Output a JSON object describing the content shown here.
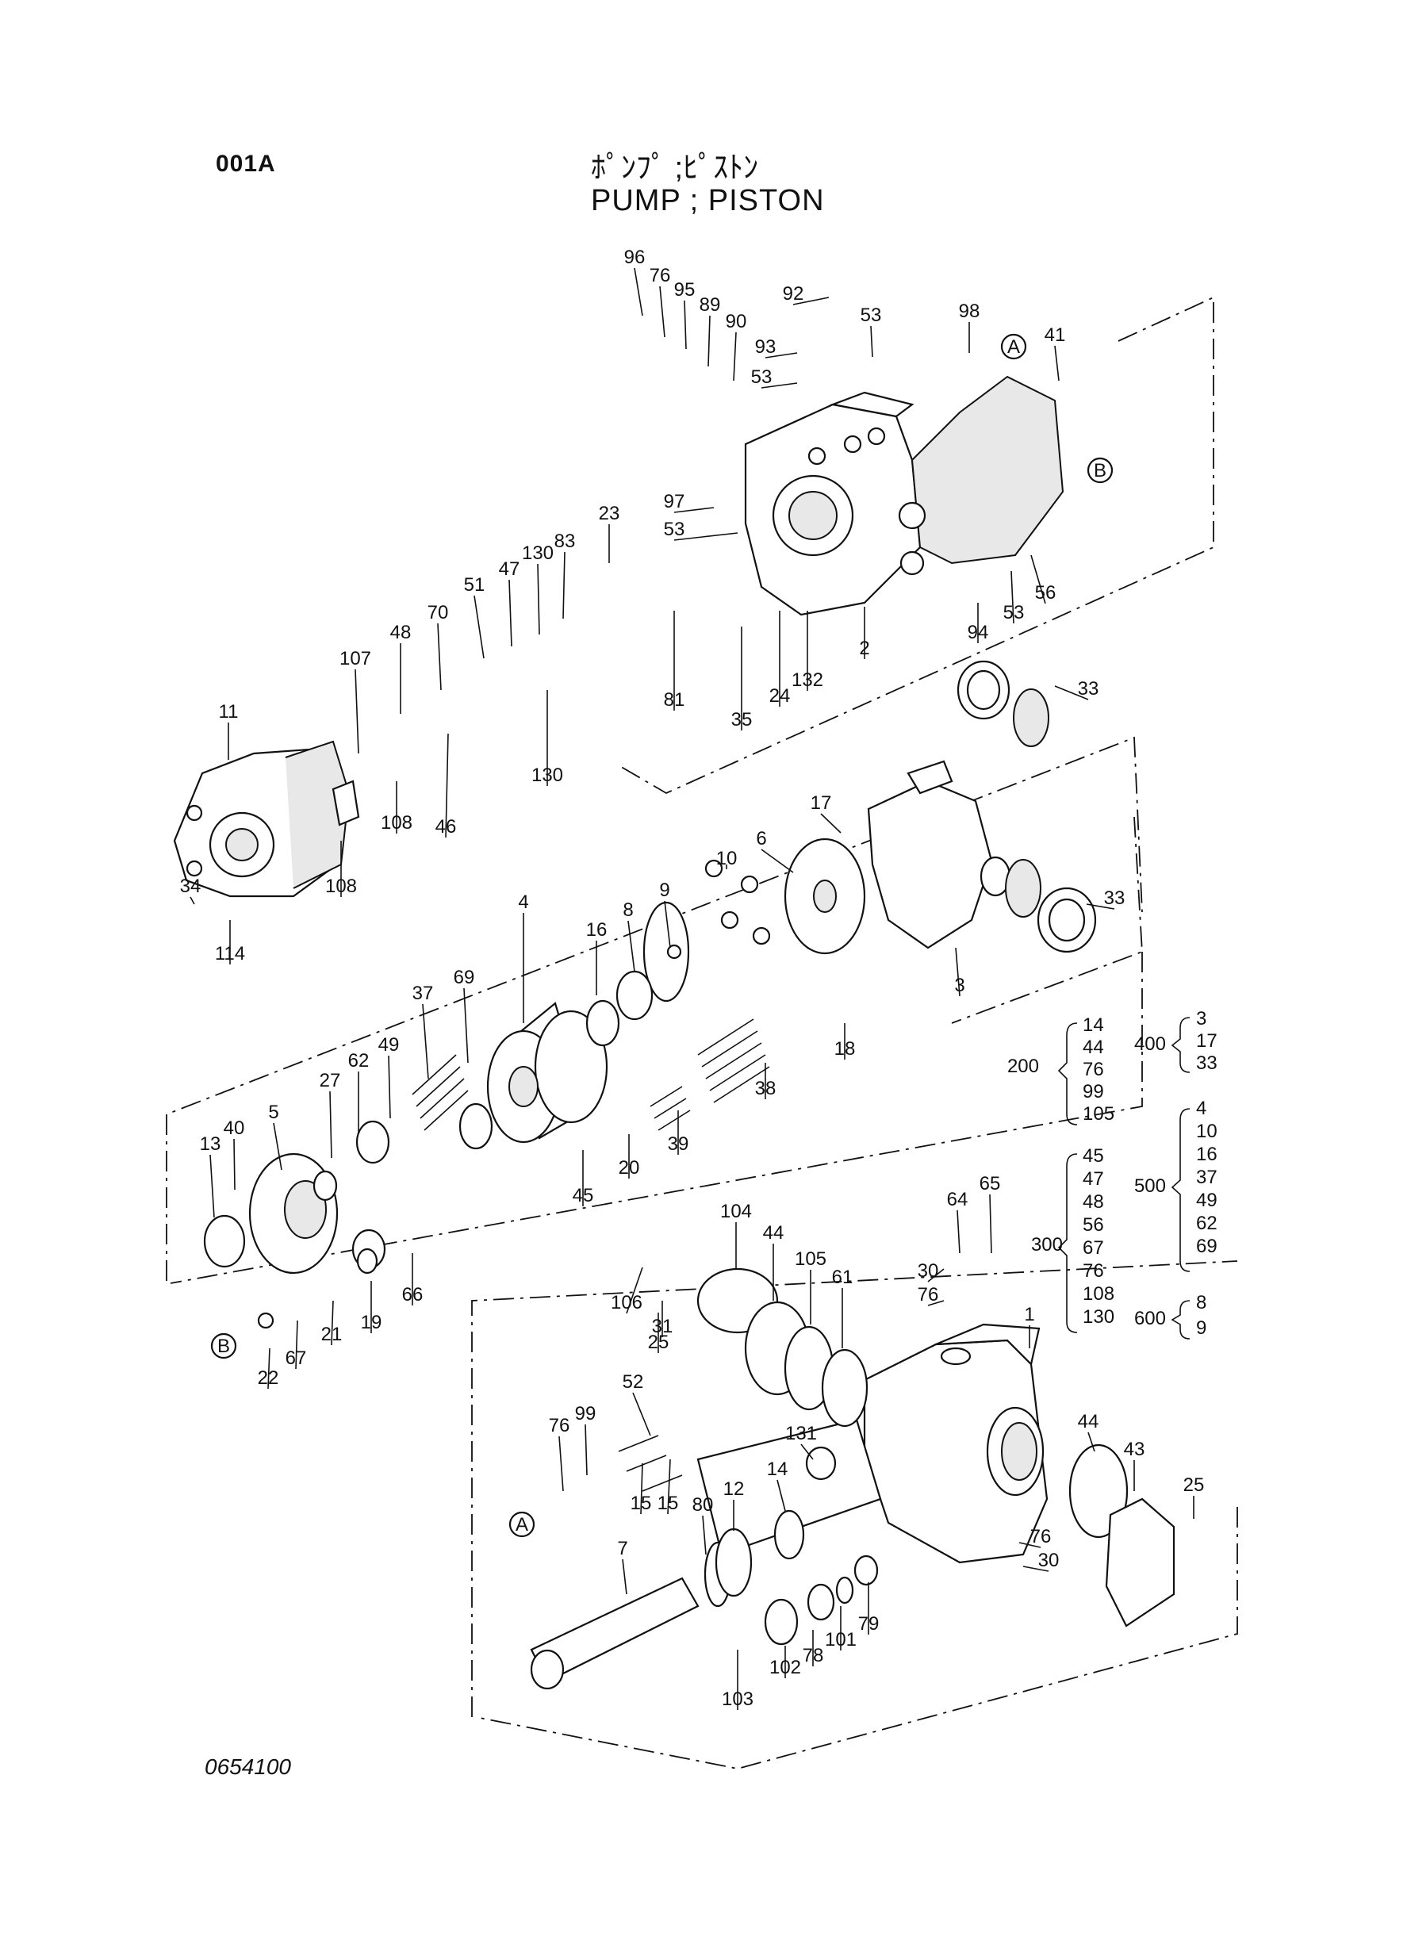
{
  "header": {
    "code": "001A",
    "title_jp": "ﾎﾟﾝﾌﾟ ;ﾋﾟｽﾄﾝ",
    "title_en": "PUMP  ; PISTON"
  },
  "footer": {
    "drawing_number": "0654100"
  },
  "refs": {
    "a": "A",
    "b": "B"
  },
  "callouts": [
    {
      "id": "96",
      "label": "96"
    },
    {
      "id": "76a",
      "label": "76"
    },
    {
      "id": "95",
      "label": "95"
    },
    {
      "id": "89",
      "label": "89"
    },
    {
      "id": "90",
      "label": "90"
    },
    {
      "id": "92",
      "label": "92"
    },
    {
      "id": "53a",
      "label": "53"
    },
    {
      "id": "93",
      "label": "93"
    },
    {
      "id": "53b",
      "label": "53"
    },
    {
      "id": "98",
      "label": "98"
    },
    {
      "id": "41",
      "label": "41"
    },
    {
      "id": "97",
      "label": "97"
    },
    {
      "id": "53c",
      "label": "53"
    },
    {
      "id": "23",
      "label": "23"
    },
    {
      "id": "130a",
      "label": "130"
    },
    {
      "id": "83",
      "label": "83"
    },
    {
      "id": "47",
      "label": "47"
    },
    {
      "id": "51",
      "label": "51"
    },
    {
      "id": "70",
      "label": "70"
    },
    {
      "id": "48",
      "label": "48"
    },
    {
      "id": "107",
      "label": "107"
    },
    {
      "id": "11",
      "label": "11"
    },
    {
      "id": "46",
      "label": "46"
    },
    {
      "id": "130b",
      "label": "130"
    },
    {
      "id": "108a",
      "label": "108"
    },
    {
      "id": "108b",
      "label": "108"
    },
    {
      "id": "34",
      "label": "34"
    },
    {
      "id": "114",
      "label": "114"
    },
    {
      "id": "81",
      "label": "81"
    },
    {
      "id": "35",
      "label": "35"
    },
    {
      "id": "24",
      "label": "24"
    },
    {
      "id": "132",
      "label": "132"
    },
    {
      "id": "2",
      "label": "2"
    },
    {
      "id": "94",
      "label": "94"
    },
    {
      "id": "53d",
      "label": "53"
    },
    {
      "id": "56",
      "label": "56"
    },
    {
      "id": "33a",
      "label": "33"
    },
    {
      "id": "17",
      "label": "17"
    },
    {
      "id": "6",
      "label": "6"
    },
    {
      "id": "10",
      "label": "10"
    },
    {
      "id": "33b",
      "label": "33"
    },
    {
      "id": "16",
      "label": "16"
    },
    {
      "id": "8",
      "label": "8"
    },
    {
      "id": "9",
      "label": "9"
    },
    {
      "id": "3",
      "label": "3"
    },
    {
      "id": "4",
      "label": "4"
    },
    {
      "id": "69",
      "label": "69"
    },
    {
      "id": "37",
      "label": "37"
    },
    {
      "id": "49",
      "label": "49"
    },
    {
      "id": "62",
      "label": "62"
    },
    {
      "id": "27",
      "label": "27"
    },
    {
      "id": "18",
      "label": "18"
    },
    {
      "id": "38",
      "label": "38"
    },
    {
      "id": "39",
      "label": "39"
    },
    {
      "id": "20",
      "label": "20"
    },
    {
      "id": "45",
      "label": "45"
    },
    {
      "id": "5",
      "label": "5"
    },
    {
      "id": "40",
      "label": "40"
    },
    {
      "id": "13",
      "label": "13"
    },
    {
      "id": "66",
      "label": "66"
    },
    {
      "id": "19",
      "label": "19"
    },
    {
      "id": "21",
      "label": "21"
    },
    {
      "id": "67",
      "label": "67"
    },
    {
      "id": "22",
      "label": "22"
    },
    {
      "id": "104",
      "label": "104"
    },
    {
      "id": "44a",
      "label": "44"
    },
    {
      "id": "105",
      "label": "105"
    },
    {
      "id": "61",
      "label": "61"
    },
    {
      "id": "106",
      "label": "106"
    },
    {
      "id": "31",
      "label": "31"
    },
    {
      "id": "25a",
      "label": "25"
    },
    {
      "id": "64",
      "label": "64"
    },
    {
      "id": "65",
      "label": "65"
    },
    {
      "id": "30a",
      "label": "30"
    },
    {
      "id": "76b",
      "label": "76"
    },
    {
      "id": "1",
      "label": "1"
    },
    {
      "id": "52",
      "label": "52"
    },
    {
      "id": "99",
      "label": "99"
    },
    {
      "id": "76c",
      "label": "76"
    },
    {
      "id": "15a",
      "label": "15"
    },
    {
      "id": "15b",
      "label": "15"
    },
    {
      "id": "131",
      "label": "131"
    },
    {
      "id": "14",
      "label": "14"
    },
    {
      "id": "12",
      "label": "12"
    },
    {
      "id": "80",
      "label": "80"
    },
    {
      "id": "7",
      "label": "7"
    },
    {
      "id": "44b",
      "label": "44"
    },
    {
      "id": "43",
      "label": "43"
    },
    {
      "id": "25b",
      "label": "25"
    },
    {
      "id": "76d",
      "label": "76"
    },
    {
      "id": "30b",
      "label": "30"
    },
    {
      "id": "79",
      "label": "79"
    },
    {
      "id": "101",
      "label": "101"
    },
    {
      "id": "78",
      "label": "78"
    },
    {
      "id": "102",
      "label": "102"
    },
    {
      "id": "103",
      "label": "103"
    }
  ],
  "kits": [
    {
      "code": "200",
      "items": [
        "14",
        "44",
        "76",
        "99",
        "105"
      ]
    },
    {
      "code": "300",
      "items": [
        "45",
        "47",
        "48",
        "56",
        "67",
        "76",
        "108",
        "130"
      ]
    },
    {
      "code": "400",
      "items": [
        "3",
        "17",
        "33"
      ]
    },
    {
      "code": "500",
      "items": [
        "4",
        "10",
        "16",
        "37",
        "49",
        "62",
        "69"
      ]
    },
    {
      "code": "600",
      "items": [
        "8",
        "9"
      ]
    }
  ]
}
